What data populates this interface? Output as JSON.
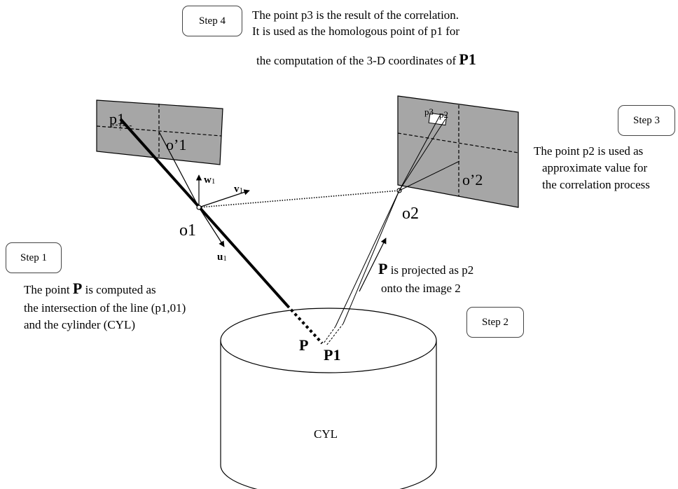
{
  "steps": {
    "step4": {
      "label": "Step 4",
      "line1": "The point p3 is the result of the correlation.",
      "line2": "It is used as the homologous point of p1 for",
      "line3_prefix": "the computation of the 3-D coordinates of",
      "line3_bold": "P1"
    },
    "step3": {
      "label": "Step 3",
      "line1": "The point p2 is used as",
      "line2": "approximate value for",
      "line3": "the correlation process"
    },
    "step1": {
      "label": "Step 1",
      "line1_prefix": "The point",
      "line1_bold": "P",
      "line1_suffix": "is computed as",
      "line2": "the intersection of the line (p1,01)",
      "line3": "and the cylinder (CYL)"
    },
    "step2": {
      "label": "Step 2",
      "line1_bold": "P",
      "line1_suffix": "is projected as p2",
      "line2": "onto the image 2"
    }
  },
  "labels": {
    "p1": "p1",
    "o_prime_1": "o’1",
    "p3": "p3",
    "p2": "p2",
    "o_prime_2": "o’2",
    "w1_main": "w",
    "w1_sub": "1",
    "v1_main": "v",
    "v1_sub": "1",
    "u1_main": "u",
    "u1_sub": "1",
    "o1": "o1",
    "o2": "o2",
    "P": "P",
    "P1": "P1",
    "cyl": "CYL"
  },
  "colors": {
    "image_plane_fill": "#a6a6a6",
    "line": "#000000"
  }
}
